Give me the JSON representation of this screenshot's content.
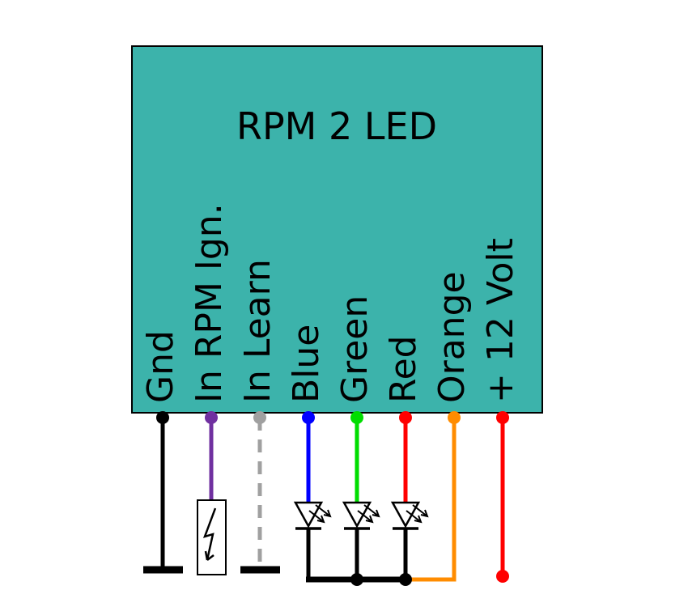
{
  "module": {
    "title": "RPM 2 LED",
    "fill": "#3cb3ab",
    "stroke": "#000000",
    "symbol_color": "#000000",
    "background": "#ffffff"
  },
  "pins": [
    {
      "label": "Gnd",
      "color": "#000000"
    },
    {
      "label": "In RPM Ign.",
      "color": "#7030a0"
    },
    {
      "label": "In Learn",
      "color": "#a0a0a0"
    },
    {
      "label": "Blue",
      "color": "#0000ff"
    },
    {
      "label": "Green",
      "color": "#00dd00"
    },
    {
      "label": "Red",
      "color": "#ff0000"
    },
    {
      "label": "Orange",
      "color": "#ff8c00"
    },
    {
      "label": "+ 12 Volt",
      "color": "#ff0000"
    }
  ]
}
